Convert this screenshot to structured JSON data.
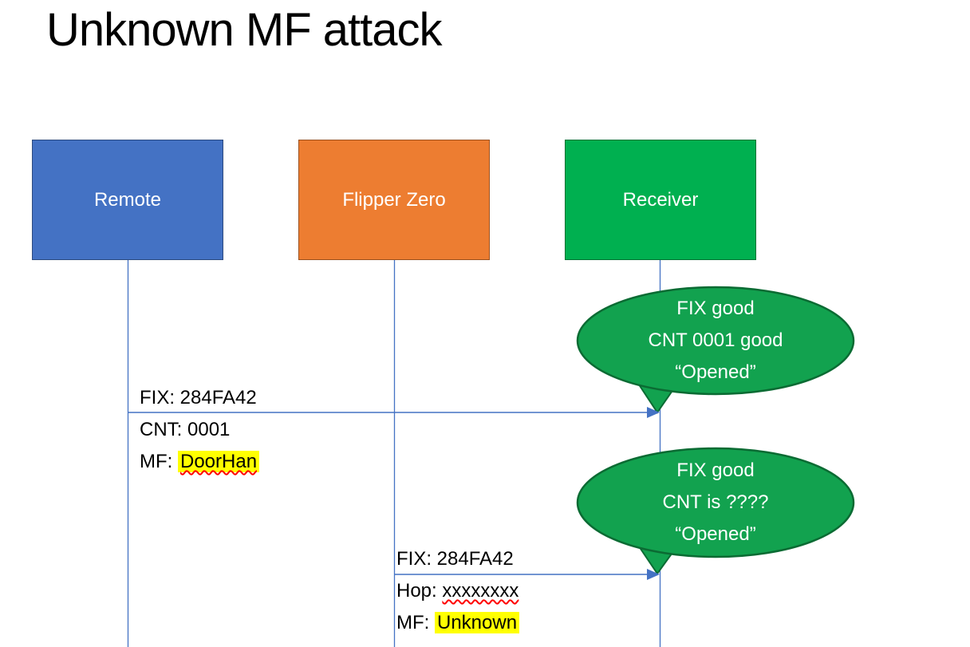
{
  "title": "Unknown MF attack",
  "colors": {
    "line": "#4472C4",
    "bubble_fill": "#12A24F",
    "bubble_stroke": "#0B6B33",
    "highlight": "#FFFF00",
    "squiggle": "#FF0000",
    "bubble_text": "#FFFFFF"
  },
  "actors": [
    {
      "name": "Remote",
      "color": "#4472C4"
    },
    {
      "name": "Flipper Zero",
      "color": "#ED7D31"
    },
    {
      "name": "Receiver",
      "color": "#00B050"
    }
  ],
  "messages": [
    {
      "line1": "FIX: 284FA42",
      "line2": "CNT: 0001",
      "line3_prefix": "MF: ",
      "line3_value": "DoorHan"
    },
    {
      "line1": "FIX: 284FA42",
      "line2_prefix": "Hop: ",
      "line2_value": "xxxxxxxx",
      "line3_prefix": "MF: ",
      "line3_value": "Unknown"
    }
  ],
  "bubbles": [
    {
      "lines": [
        "FIX good",
        "CNT 0001 good",
        "“Opened”"
      ]
    },
    {
      "lines": [
        "FIX good",
        "CNT is ????",
        "“Opened”"
      ]
    }
  ]
}
